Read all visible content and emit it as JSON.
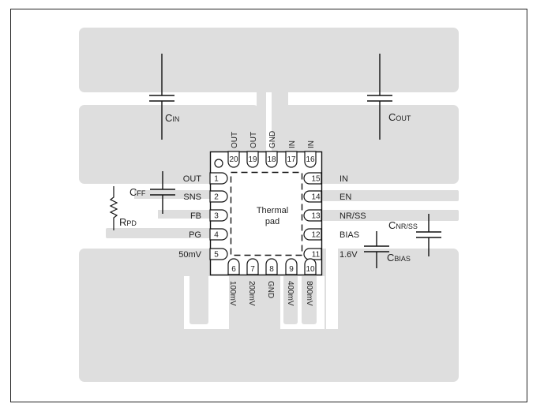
{
  "board": {
    "colors": {
      "copper": "#dedede",
      "line": "#1a1a1a",
      "border": "#222222"
    }
  },
  "chip": {
    "thermal_pad": [
      "Thermal",
      "pad"
    ],
    "pins_left": [
      {
        "num": "1",
        "label": "OUT"
      },
      {
        "num": "2",
        "label": "SNS"
      },
      {
        "num": "3",
        "label": "FB"
      },
      {
        "num": "4",
        "label": "PG"
      },
      {
        "num": "5",
        "label": "50mV"
      }
    ],
    "pins_right": [
      {
        "num": "15",
        "label": "IN"
      },
      {
        "num": "14",
        "label": "EN"
      },
      {
        "num": "13",
        "label": "NR/SS"
      },
      {
        "num": "12",
        "label": "BIAS"
      },
      {
        "num": "11",
        "label": "1.6V"
      }
    ],
    "pins_top": [
      {
        "num": "20",
        "label": "OUT"
      },
      {
        "num": "19",
        "label": "OUT"
      },
      {
        "num": "18",
        "label": "GND"
      },
      {
        "num": "17",
        "label": "IN"
      },
      {
        "num": "16",
        "label": "IN"
      }
    ],
    "pins_bottom": [
      {
        "num": "6",
        "label": "100mV"
      },
      {
        "num": "7",
        "label": "200mV"
      },
      {
        "num": "8",
        "label": "GND"
      },
      {
        "num": "9",
        "label": "400mV"
      },
      {
        "num": "10",
        "label": "800mV"
      }
    ]
  },
  "components": {
    "cin": {
      "main": "C",
      "sub": "IN"
    },
    "cout": {
      "main": "C",
      "sub": "OUT"
    },
    "cff": {
      "main": "C",
      "sub": "FF"
    },
    "rpd": {
      "main": "R",
      "sub": "PD"
    },
    "cnrss": {
      "main": "C",
      "sub": "NR/SS"
    },
    "cbias": {
      "main": "C",
      "sub": "BIAS"
    }
  }
}
